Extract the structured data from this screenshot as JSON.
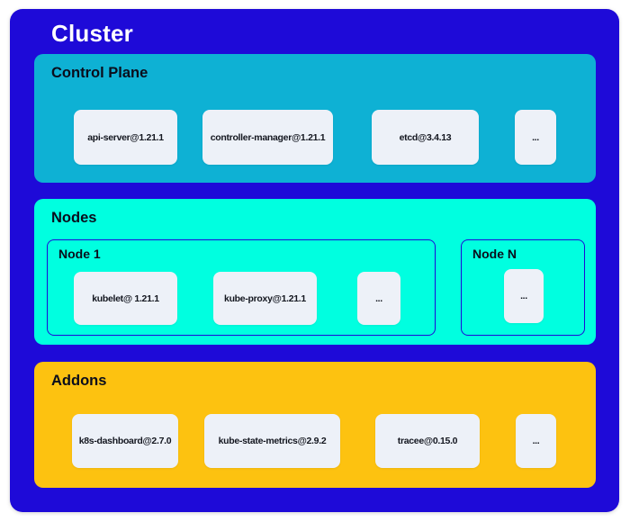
{
  "cluster": {
    "title": "Cluster"
  },
  "control_plane": {
    "label": "Control Plane",
    "cards": [
      "api-server@1.21.1",
      "controller-manager@1.21.1",
      "etcd@3.4.13",
      "..."
    ]
  },
  "nodes": {
    "label": "Nodes",
    "node1": {
      "label": "Node 1",
      "cards": [
        "kubelet@ 1.21.1",
        "kube-proxy@1.21.1",
        "..."
      ]
    },
    "nodeN": {
      "label": "Node N",
      "cards": [
        "..."
      ]
    }
  },
  "addons": {
    "label": "Addons",
    "cards": [
      "k8s-dashboard@2.7.0",
      "kube-state-metrics@2.9.2",
      "tracee@0.15.0",
      "..."
    ]
  },
  "colors": {
    "cluster_bg": "#1E0AD8",
    "control_plane_bg": "#0EB1D4",
    "nodes_bg": "#00FFE0",
    "addons_bg": "#FDC210",
    "card_bg": "#EDF1F8",
    "node_border": "#1E0AD8",
    "title_text": "#FFFFFF",
    "label_text": "#0A0D1C"
  }
}
